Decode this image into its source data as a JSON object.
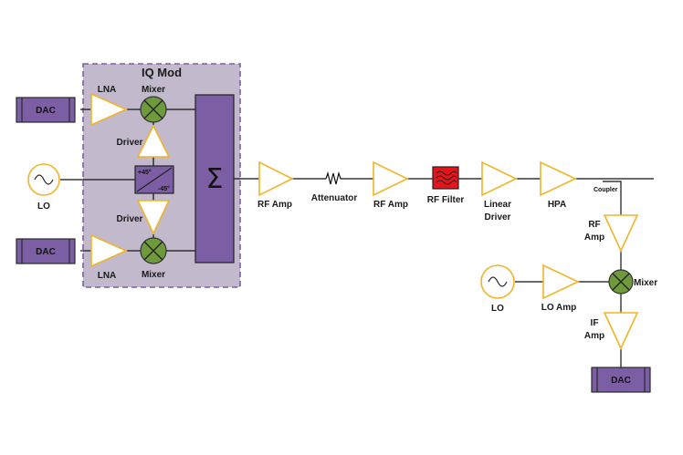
{
  "colors": {
    "amplifier_outline": "#f0b429",
    "mixer_fill": "#6f9a3c",
    "dac_fill": "#7b5ea3",
    "iq_mod_fill": "#c2b9cc",
    "iq_mod_border": "#7b5ea3",
    "combiner_fill": "#7b5ea3",
    "rf_filter_fill": "#e8141c"
  },
  "iq_mod": {
    "title": "IQ Mod"
  },
  "labels": {
    "dac_top": "DAC",
    "dac_bottom": "DAC",
    "dac_right": "DAC",
    "lna_top": "LNA",
    "lna_bottom": "LNA",
    "mixer_top": "Mixer",
    "mixer_bottom": "Mixer",
    "driver_top": "Driver",
    "driver_bottom": "Driver",
    "phase_plus": "+45°",
    "phase_minus": "-45°",
    "lo_left": "LO",
    "sum_symbol": "Σ",
    "rf_amp_1": "RF Amp",
    "attenuator": "Attenuator",
    "rf_amp_2": "RF Amp",
    "rf_filter": "RF Filter",
    "linear_driver_line1": "Linear",
    "linear_driver_line2": "Driver",
    "hpa": "HPA",
    "coupler": "Coupler",
    "rf_amp_3_line1": "RF",
    "rf_amp_3_line2": "Amp",
    "mixer_right": "Mixer",
    "lo_right": "LO",
    "lo_amp": "LO Amp",
    "if_amp_line1": "IF",
    "if_amp_line2": "Amp"
  },
  "icons": {
    "oscillator": "sine-wave-icon",
    "mixer": "mixer-cross-icon",
    "filter": "filter-waves-icon",
    "attenuator": "resistor-icon"
  }
}
